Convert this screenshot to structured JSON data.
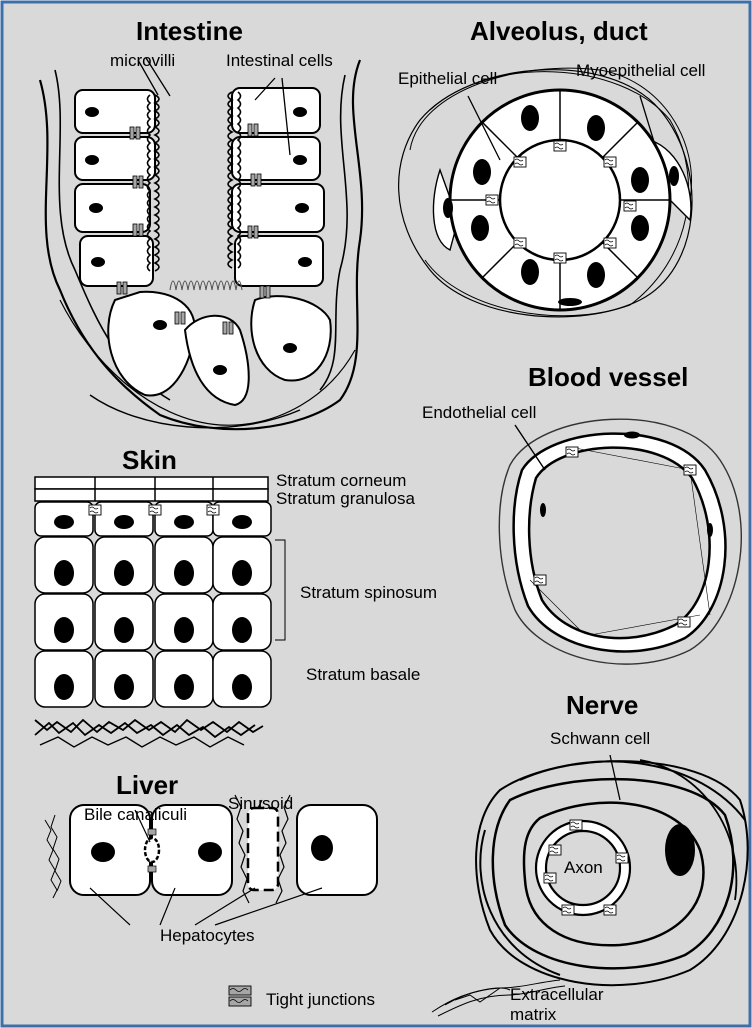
{
  "colors": {
    "background": "#d9d9d9",
    "border": "#3f6fa8",
    "cell_fill": "#ffffff",
    "ink": "#000000",
    "junction": "#a6a6a6"
  },
  "panels": {
    "intestine": {
      "title": "Intestine",
      "microvilli": "microvilli",
      "intestinal_cells": "Intestinal cells"
    },
    "alveolus": {
      "title": "Alveolus, duct",
      "epithelial_cell": "Epithelial cell",
      "myoepithelial_cell": "Myoepithelial cell"
    },
    "blood_vessel": {
      "title": "Blood vessel",
      "endothelial_cell": "Endothelial cell"
    },
    "skin": {
      "title": "Skin",
      "stratum_corneum": "Stratum corneum",
      "stratum_granulosa": "Stratum granulosa",
      "stratum_spinosum": "Stratum spinosum",
      "stratum_basale": "Stratum basale"
    },
    "liver": {
      "title": "Liver",
      "bile_canaliculi": "Bile canaliculi",
      "sinusoid": "Sinusoid",
      "hepatocytes": "Hepatocytes"
    },
    "nerve": {
      "title": "Nerve",
      "schwann_cell": "Schwann cell",
      "axon": "Axon"
    }
  },
  "legend": {
    "tight_junctions": "Tight junctions",
    "extracellular_matrix_1": "Extracellular",
    "extracellular_matrix_2": "matrix"
  },
  "icons": [
    "tight-junction-icon",
    "extracellular-matrix-icon"
  ]
}
